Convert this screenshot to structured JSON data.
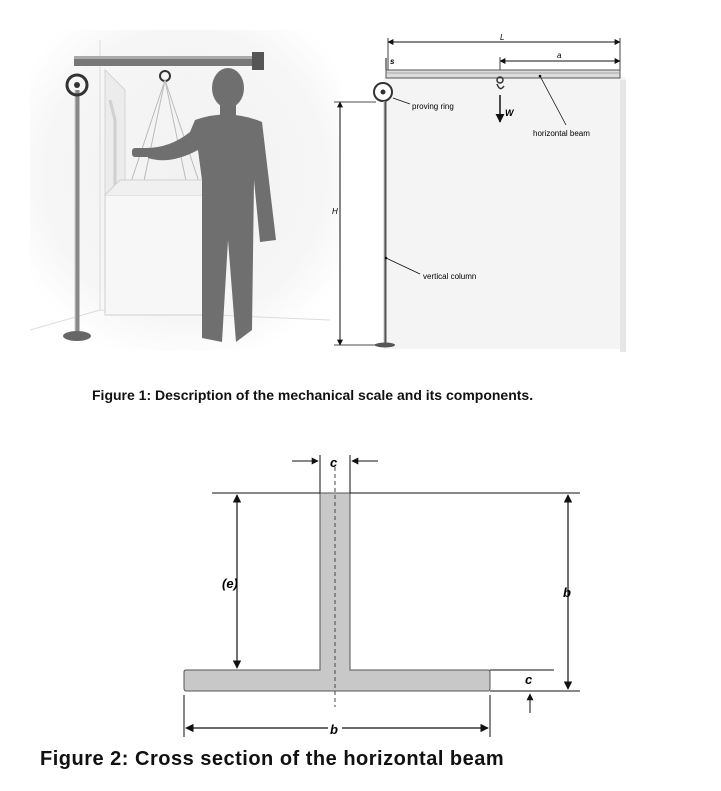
{
  "figure1": {
    "caption": "Figure 1: Description of the mechanical scale and its components.",
    "labels": {
      "L": "L",
      "a": "a",
      "s": "s",
      "W": "W",
      "H": "H",
      "proving_ring": "proving ring",
      "horizontal_beam": "horizontal beam",
      "vertical_column": "vertical column"
    }
  },
  "figure2": {
    "caption": "Figure 2: Cross section of the horizontal beam",
    "labels": {
      "c_top": "c",
      "e": "(e)",
      "b_right": "b",
      "c_right": "c",
      "b_bottom": "b"
    }
  },
  "colors": {
    "section_fill": "#c8c8c8",
    "line": "#111111",
    "silhouette": "#6f6f6f"
  }
}
